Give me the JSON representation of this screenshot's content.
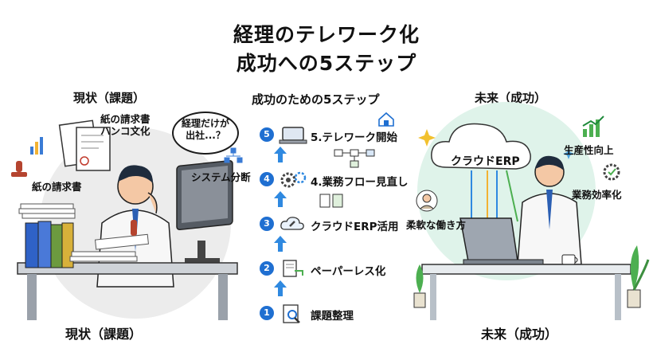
{
  "title": {
    "line1": "経理のテレワーク化",
    "line2": "成功への5ステップ"
  },
  "left": {
    "heading_top": "現状（課題）",
    "heading_bottom": "現状（課題）",
    "label_paper_hanko": "紙の請求書\nハンコ文化",
    "label_invoice": "紙の請求書",
    "label_system": "システム分断",
    "thought_bubble": "経理だけが\n出社...？"
  },
  "center": {
    "heading": "成功のための5ステップ",
    "steps": [
      {
        "num": "5",
        "label": "5.テレワーク開始",
        "icon": "laptop-icon"
      },
      {
        "num": "4",
        "label": "4.業務フロー見直し",
        "icon": "gears-flow-icon"
      },
      {
        "num": "3",
        "label": "クラウドERP活用",
        "icon": "cloud-wrench-icon"
      },
      {
        "num": "2",
        "label": "ペーパーレス化",
        "icon": "paper-scan-icon"
      },
      {
        "num": "1",
        "label": "課題整理",
        "icon": "magnifier-document-icon"
      }
    ]
  },
  "right": {
    "heading_top": "未来（成功）",
    "heading_bottom": "未来（成功）",
    "cloud_label": "クラウドERP",
    "label_productivity": "生産性向上",
    "label_efficiency": "業務効率化",
    "label_flexible": "柔軟な働き方"
  },
  "colors": {
    "accent": "#1f6fd1",
    "cloud_glow": "#dff3ea",
    "left_bg": "#ececec",
    "arrow": "#2f89e0"
  }
}
